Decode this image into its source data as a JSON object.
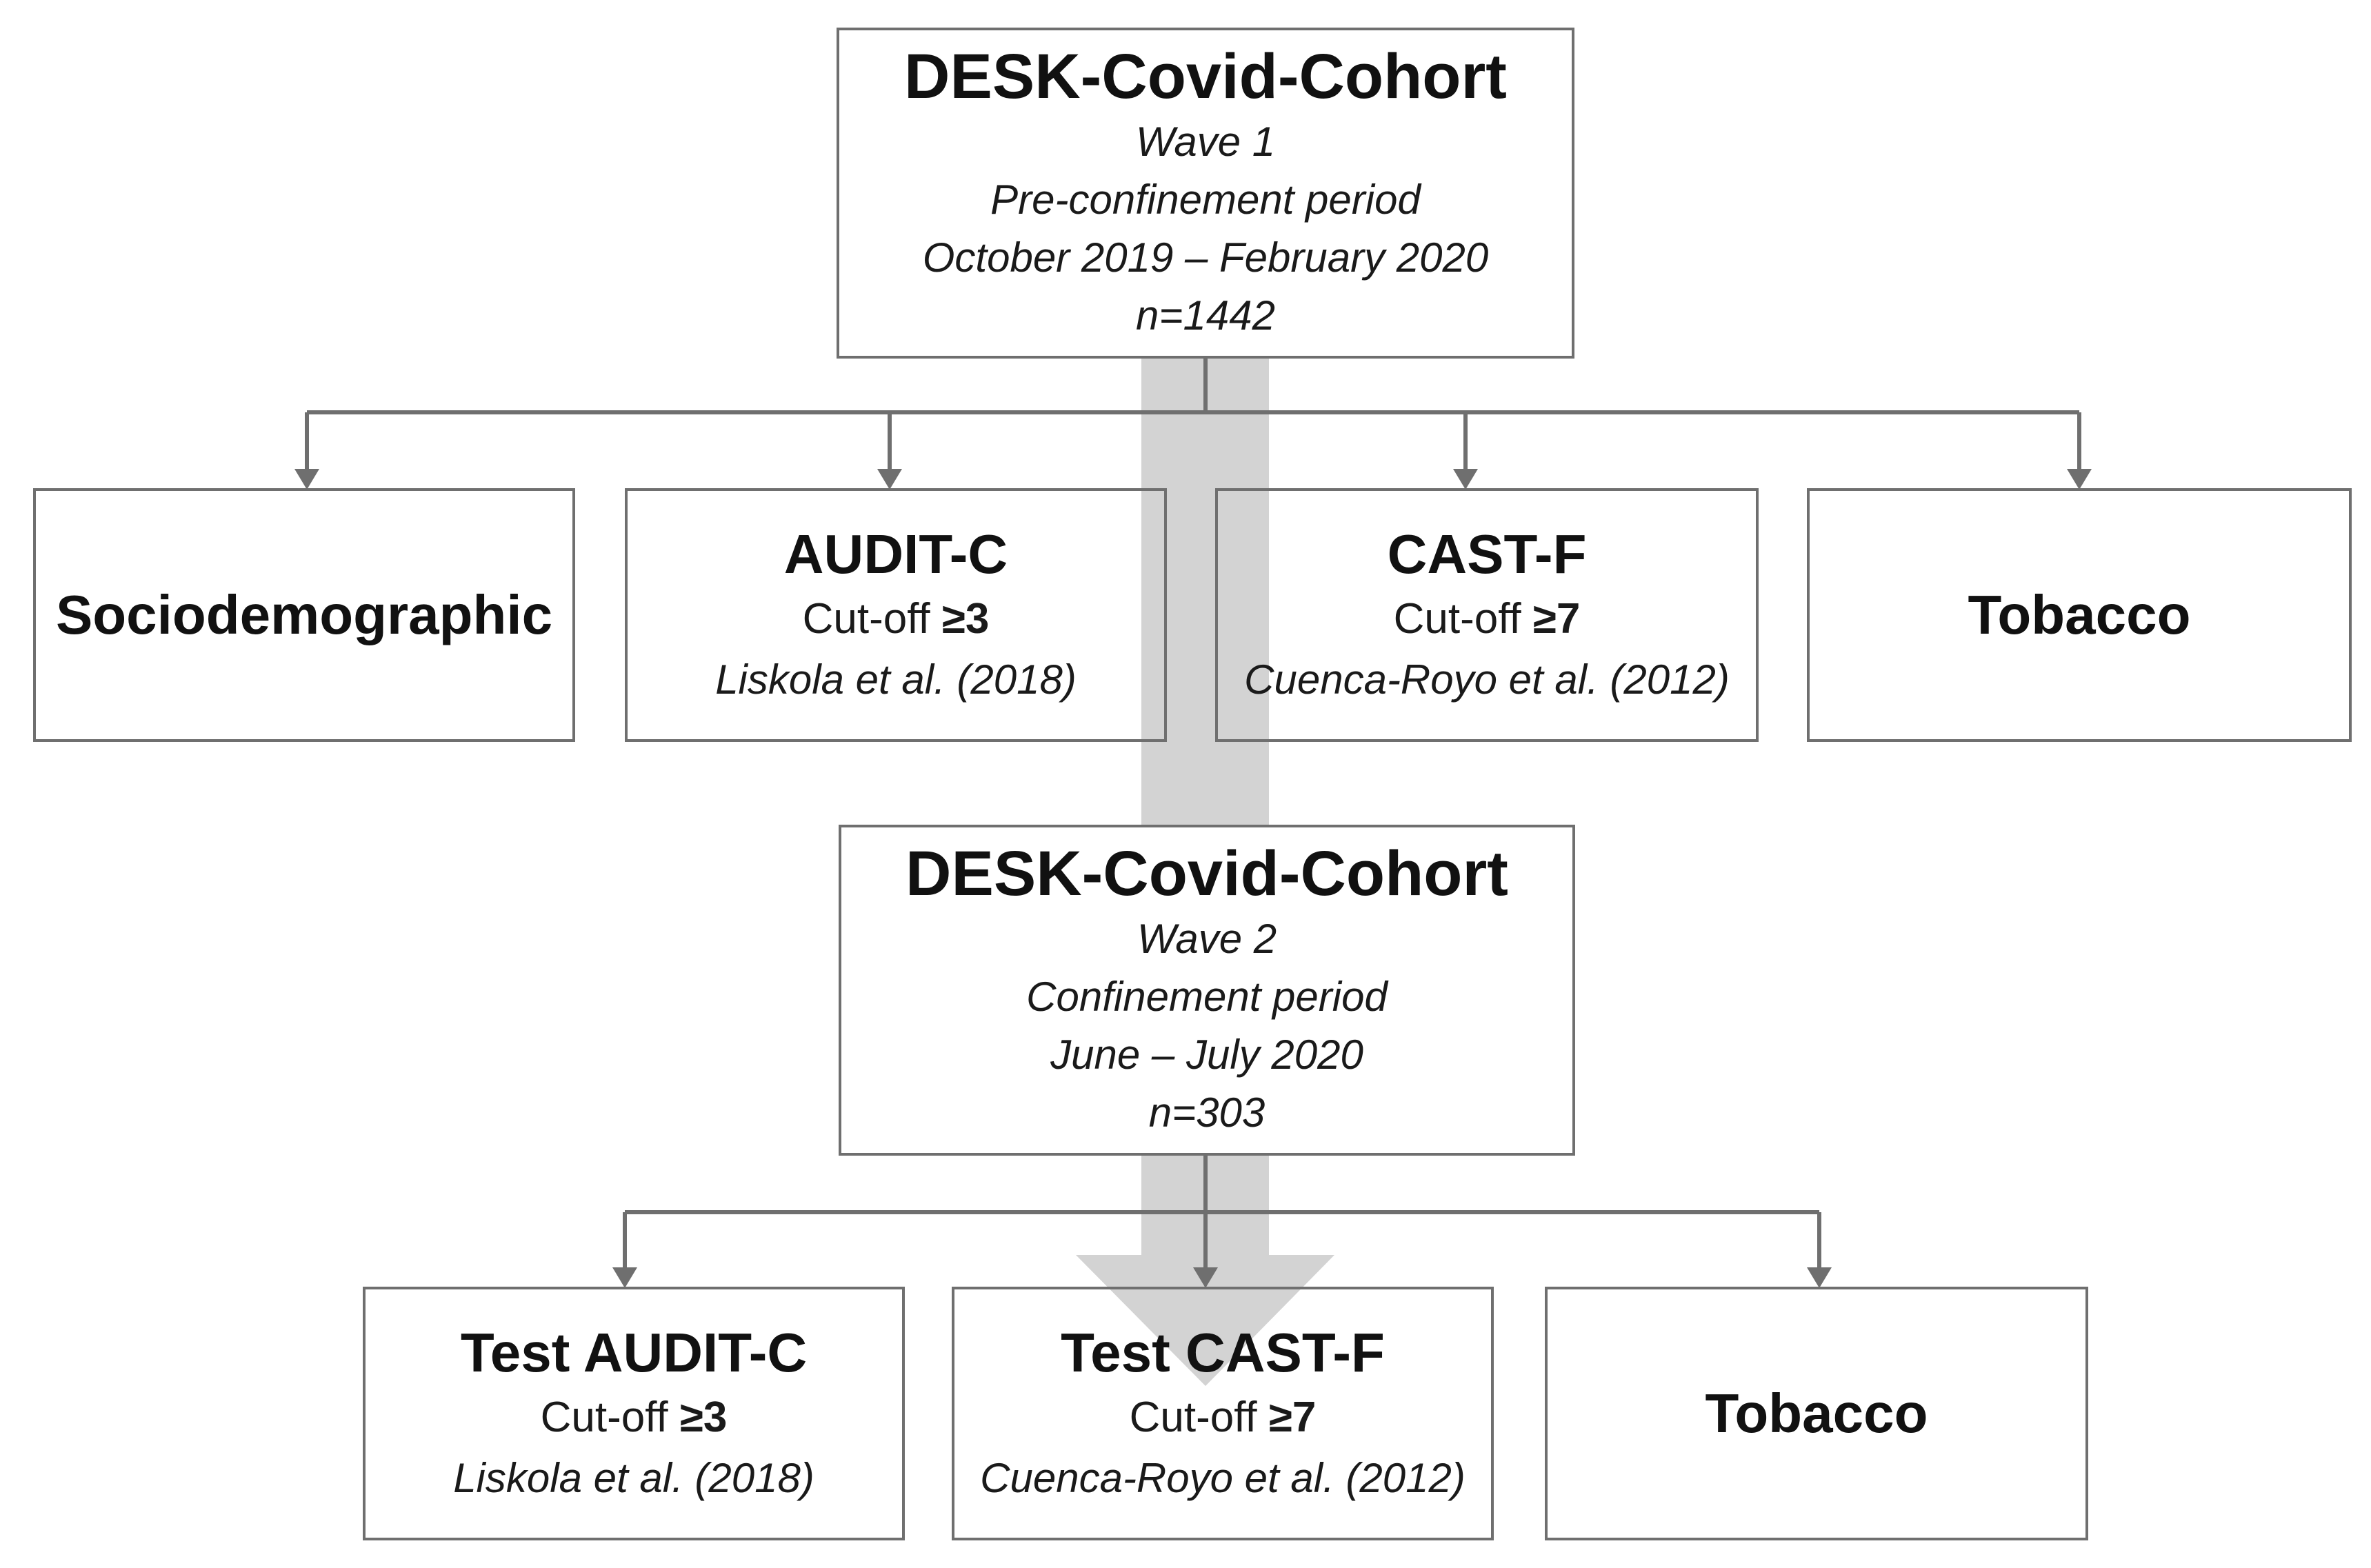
{
  "wave1": {
    "title": "DESK-Covid-Cohort",
    "wave": "Wave 1",
    "period": "Pre-confinement period",
    "dates": "October 2019 – February 2020",
    "n": "n=1442"
  },
  "row1": {
    "sociodemographic": "Sociodemographic",
    "audit": {
      "title": "AUDIT-C",
      "cutoff_label": "Cut-off ",
      "cutoff_value": "≥3",
      "ref": "Liskola et al. (2018)"
    },
    "cast": {
      "title": "CAST-F",
      "cutoff_label": "Cut-off ",
      "cutoff_value": "≥7",
      "ref": "Cuenca-Royo et al. (2012)"
    },
    "tobacco": "Tobacco"
  },
  "wave2": {
    "title": "DESK-Covid-Cohort",
    "wave": "Wave 2",
    "period": "Confinement period",
    "dates": "June – July 2020",
    "n": "n=303"
  },
  "row2": {
    "audit": {
      "title": "Test AUDIT-C",
      "cutoff_label": "Cut-off ",
      "cutoff_value": "≥3",
      "ref": "Liskola et al. (2018)"
    },
    "cast": {
      "title": "Test CAST-F",
      "cutoff_label": "Cut-off ",
      "cutoff_value": "≥7",
      "ref": "Cuenca-Royo et al. (2012)"
    },
    "tobacco": "Tobacco"
  },
  "colors": {
    "line": "#6f6f6f",
    "big_arrow": "#d3d3d3"
  }
}
